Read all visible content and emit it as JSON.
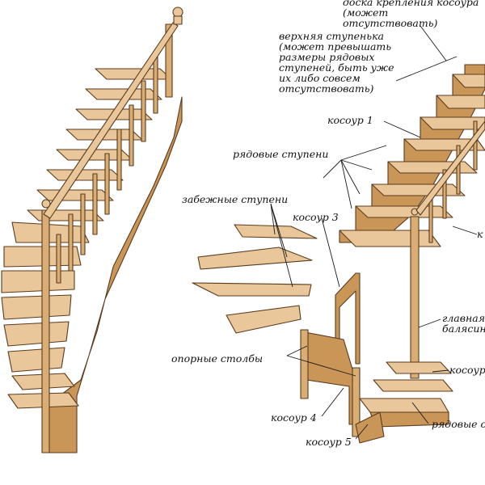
{
  "labels": {
    "top_board": "доска крепления косоура\n(может отсутствовать)",
    "top_step": "верхняя ступенька\n(может превышать\nразмеры рядовых\nступеней, быть уже\nих либо совсем\nотсутствовать)",
    "stringer_1": "косоур 1",
    "regular_steps_1": "рядовые ступени",
    "winder_steps": "забежные ступени",
    "stringer_3": "косоур 3",
    "main_baluster": "главная\nбалясина",
    "support_posts": "опорные столбы",
    "stringer_4": "косоур 4",
    "stringer_5": "косоур 5",
    "right_stringer": "косоур",
    "regular_steps_2": "рядовые с",
    "right_edge_k": "к"
  },
  "colors": {
    "wood_light": "#e9c79a",
    "wood_mid": "#d9ad73",
    "wood_dark": "#c99658",
    "outline": "#5a3b1d",
    "text": "#111111"
  }
}
